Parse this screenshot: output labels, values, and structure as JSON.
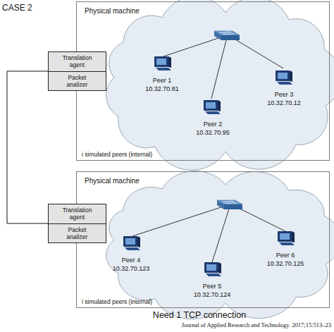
{
  "diagram": {
    "title": "CASE 2",
    "caption": "Need 1 TCP connection",
    "nodes": [
      {
        "text": [
          "Translation agent",
          "Packet analizer"
        ]
      },
      {
        "text": [
          "Physical machine",
          "i simulated peers (internal)"
        ]
      },
      {
        "text": [
          "Peer 1",
          "10.32.70.81"
        ],
        "in": 1
      },
      {
        "text": [
          "Peer 2",
          "10.32.70.95"
        ],
        "in": 1
      },
      {
        "text": [
          "Peer 3",
          "10.32.70.12"
        ],
        "in": 1
      },
      {
        "text": [
          "Translation agent",
          "Packet analizer"
        ]
      },
      {
        "text": [
          "Physical machine",
          "i simulated peers (internal)"
        ]
      },
      {
        "text": [
          "Peer 4",
          "10.32.70.123"
        ],
        "in": 6
      },
      {
        "text": [
          "Peer 5",
          "10.32.70.124"
        ],
        "in": 6
      },
      {
        "text": [
          "Peer 6",
          "10.32.70.125"
        ],
        "in": 6
      }
    ],
    "edges": [
      {
        "from": 0,
        "to": 5,
        "arrow": "none"
      }
    ],
    "labels": [
      "Journal of Applied Research and Technology. 2017;15:513–23"
    ]
  }
}
